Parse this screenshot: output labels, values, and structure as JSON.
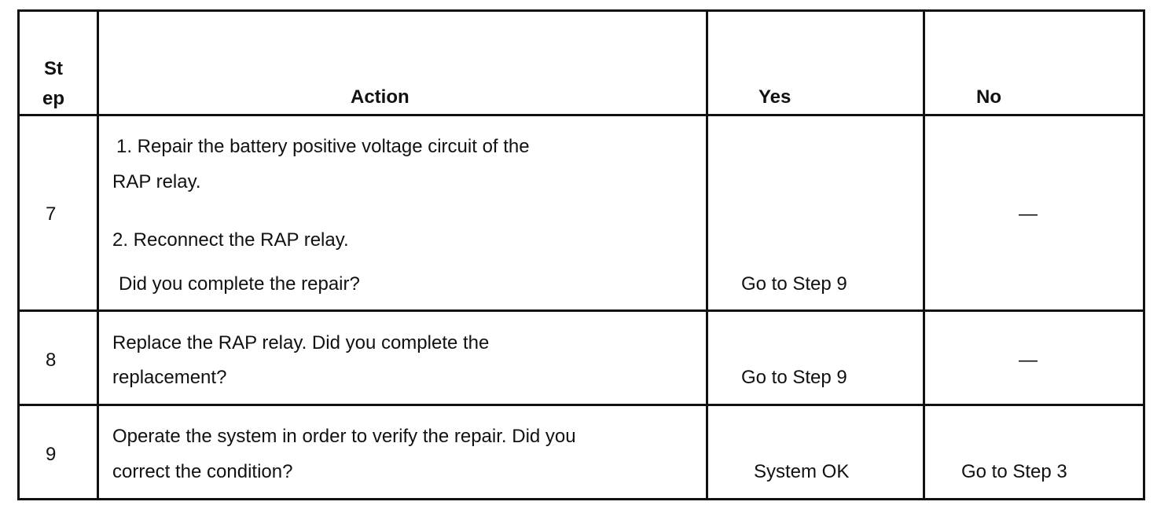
{
  "headers": {
    "step_line1": "St",
    "step_line2": "ep",
    "action": "Action",
    "yes": "Yes",
    "no": "No"
  },
  "rows": [
    {
      "step": "7",
      "action_lines": [
        "1.   Repair the battery positive voltage circuit of the",
        "RAP relay.",
        "2.   Reconnect the RAP relay.",
        "Did you complete the repair?"
      ],
      "yes": "Go to Step 9",
      "no": "—"
    },
    {
      "step": "8",
      "action_lines": [
        "Replace the RAP relay. Did you complete the",
        "replacement?"
      ],
      "yes": "Go to Step 9",
      "no": "—"
    },
    {
      "step": "9",
      "action_lines": [
        "Operate the system in order to verify the repair. Did you",
        "correct the condition?"
      ],
      "yes": "System OK",
      "no": "Go to Step 3"
    }
  ]
}
